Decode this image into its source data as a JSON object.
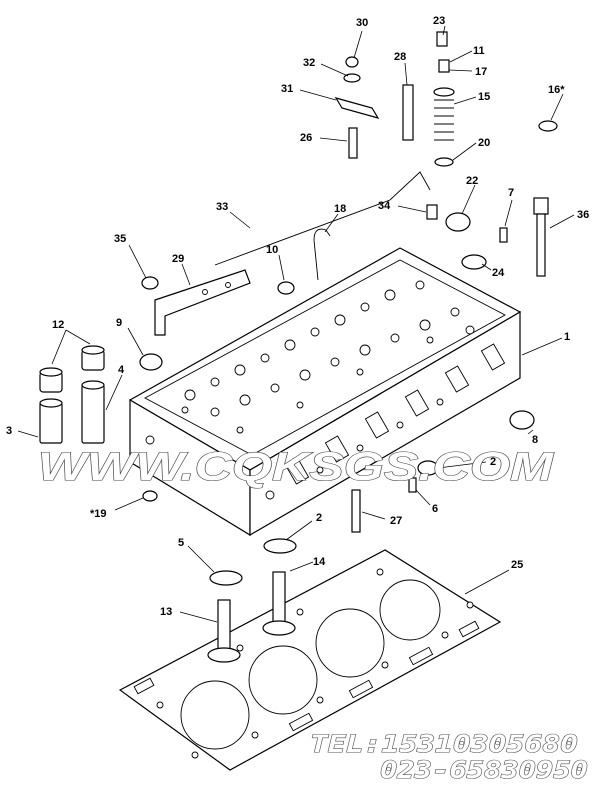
{
  "callouts": [
    "30",
    "23",
    "11",
    "32",
    "17",
    "28",
    "31",
    "15",
    "16*",
    "26",
    "20",
    "22",
    "7",
    "34",
    "33",
    "18",
    "36",
    "35",
    "29",
    "10",
    "24",
    "12",
    "9",
    "1",
    "4",
    "3",
    "8",
    "2",
    "6",
    "*19",
    "27",
    "2",
    "5",
    "14",
    "25",
    "13"
  ],
  "watermark": {
    "site": "WWW.CQKSGS.COM",
    "tel": "TEL:15310305680",
    "phone": "023-65830950"
  },
  "colors": {
    "line": "#000000",
    "background": "#ffffff"
  }
}
